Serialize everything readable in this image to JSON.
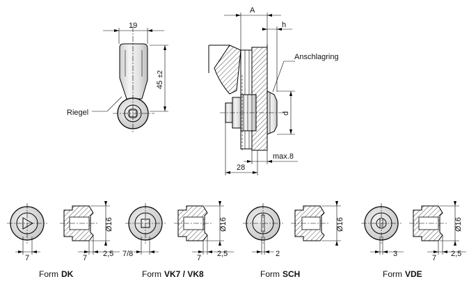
{
  "top": {
    "lever_width": "19",
    "lever_height": "45",
    "lever_height_tol": "±2",
    "riegel": "Riegel",
    "dim_a": "A",
    "dim_h": "h",
    "anschlagring": "Anschlagring",
    "dim_d": "d",
    "max_thickness": "max.8",
    "depth": "28"
  },
  "forms": [
    {
      "prefix": "Form",
      "code": "DK",
      "key_dim": "7",
      "dim_right": "7",
      "dia": "Ø16",
      "ring": "2,5"
    },
    {
      "prefix": "Form",
      "code": "VK7 / VK8",
      "key_dim": "7/8",
      "dim_right": "7",
      "dia": "Ø16",
      "ring": "2,5"
    },
    {
      "prefix": "Form",
      "code": "SCH",
      "key_dim": "2",
      "dim_right": "",
      "dia": "Ø16",
      "ring": "",
      "dia_right_label": "Ø16"
    },
    {
      "prefix": "Form",
      "code": "VDE",
      "key_dim": "3",
      "dim_right": "7",
      "dia": "Ø16",
      "ring": "2,5"
    }
  ]
}
